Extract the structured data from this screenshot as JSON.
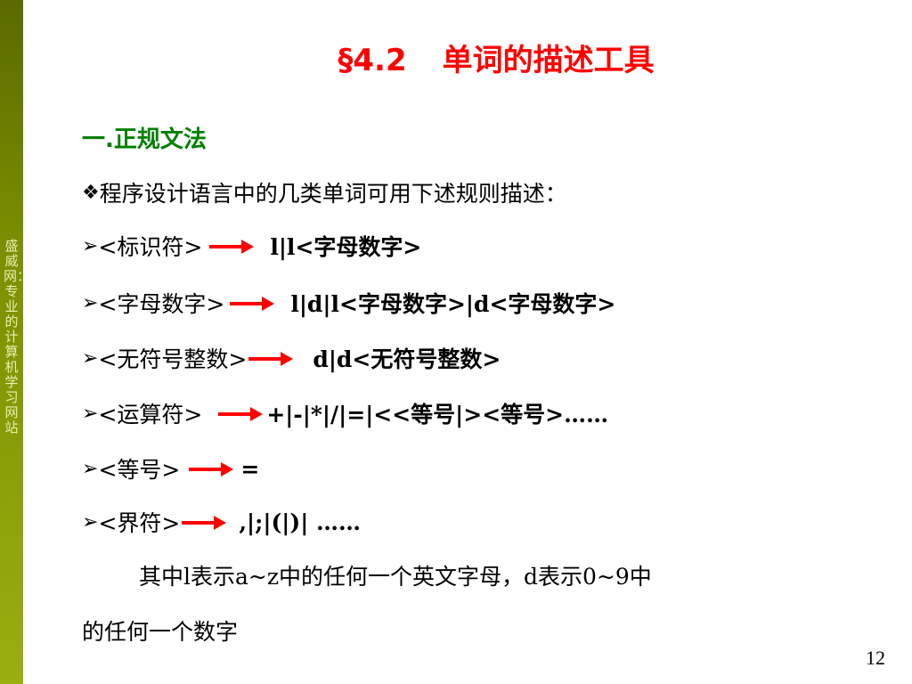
{
  "sidebar": {
    "text": "盛威网：专业的计算机学习网站"
  },
  "title": {
    "number": "§4.2",
    "text": "单词的描述工具"
  },
  "section": {
    "heading": "一.正规文法"
  },
  "intro": {
    "bullet": "❖",
    "text": "程序设计语言中的几类单词可用下述规则描述："
  },
  "rules": [
    {
      "bullet": "➢",
      "lhs": "<标识符>",
      "rhs": "l|l<字母数字>"
    },
    {
      "bullet": "➢",
      "lhs": "<字母数字>",
      "rhs": "l|d|l<字母数字>|d<字母数字>"
    },
    {
      "bullet": "➢",
      "lhs": "<无符号整数>",
      "rhs": "d|d<无符号整数>"
    },
    {
      "bullet": "➢",
      "lhs": "<运算符>",
      "rhs": "+|-|*|/|=|<<等号|><等号>……"
    },
    {
      "bullet": "➢",
      "lhs": "<等号>",
      "rhs": "="
    },
    {
      "bullet": "➢",
      "lhs": "<界符>",
      "rhs": ",|;|(|)| ……"
    }
  ],
  "explanation": {
    "line1": "其中l表示a~z中的任何一个英文字母，d表示0~9中",
    "line2": "的任何一个数字"
  },
  "page_number": "12"
}
